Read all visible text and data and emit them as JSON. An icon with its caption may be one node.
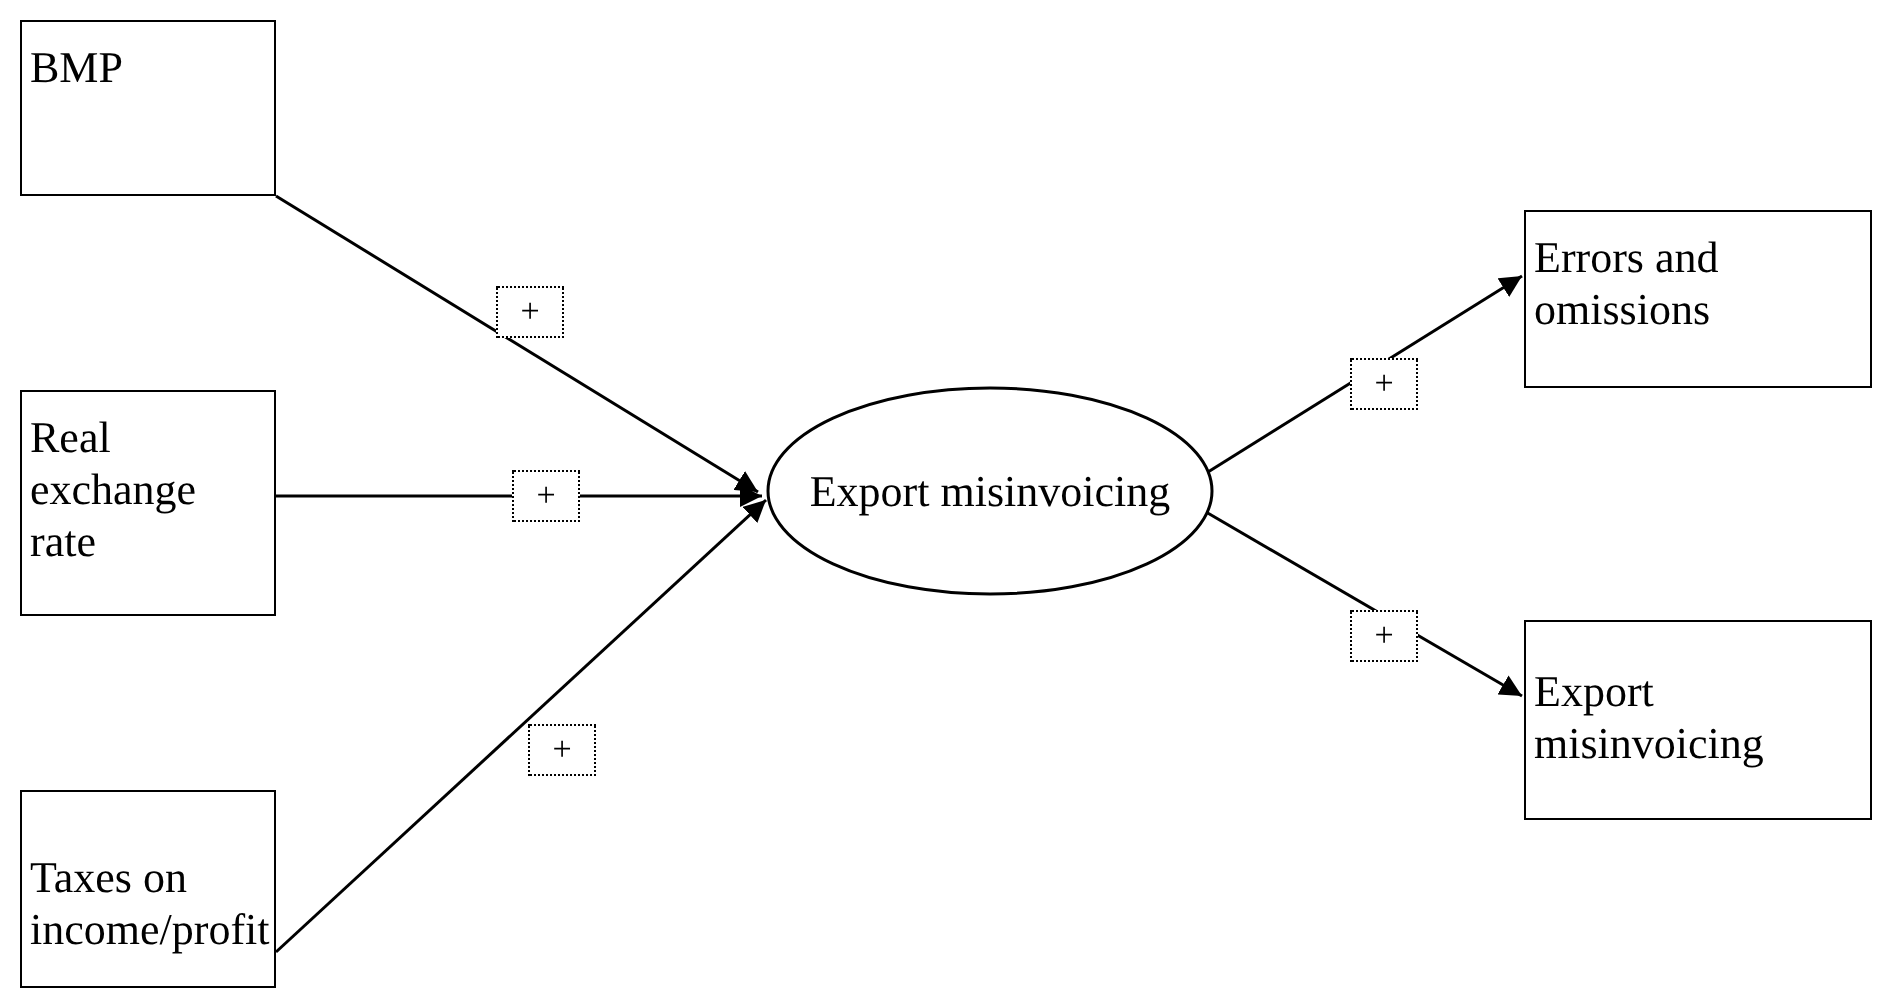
{
  "diagram": {
    "nodes": [
      {
        "text": [
          "BMP"
        ]
      },
      {
        "text": [
          "Real exchange rate"
        ]
      },
      {
        "text": [
          "Taxes on income/profit"
        ]
      },
      {
        "text": [
          "Export misinvoicing"
        ]
      },
      {
        "text": [
          "Errors and omissions"
        ]
      },
      {
        "text": [
          "Export misinvoicing"
        ]
      }
    ],
    "edges": [
      {
        "from": 0,
        "to": 3,
        "arrow": "to",
        "label": "+"
      },
      {
        "from": 1,
        "to": 3,
        "arrow": "to",
        "label": "+"
      },
      {
        "from": 2,
        "to": 3,
        "arrow": "to",
        "label": "+"
      },
      {
        "from": 3,
        "to": 4,
        "arrow": "to",
        "label": "+"
      },
      {
        "from": 3,
        "to": 5,
        "arrow": "to",
        "label": "+"
      }
    ]
  }
}
